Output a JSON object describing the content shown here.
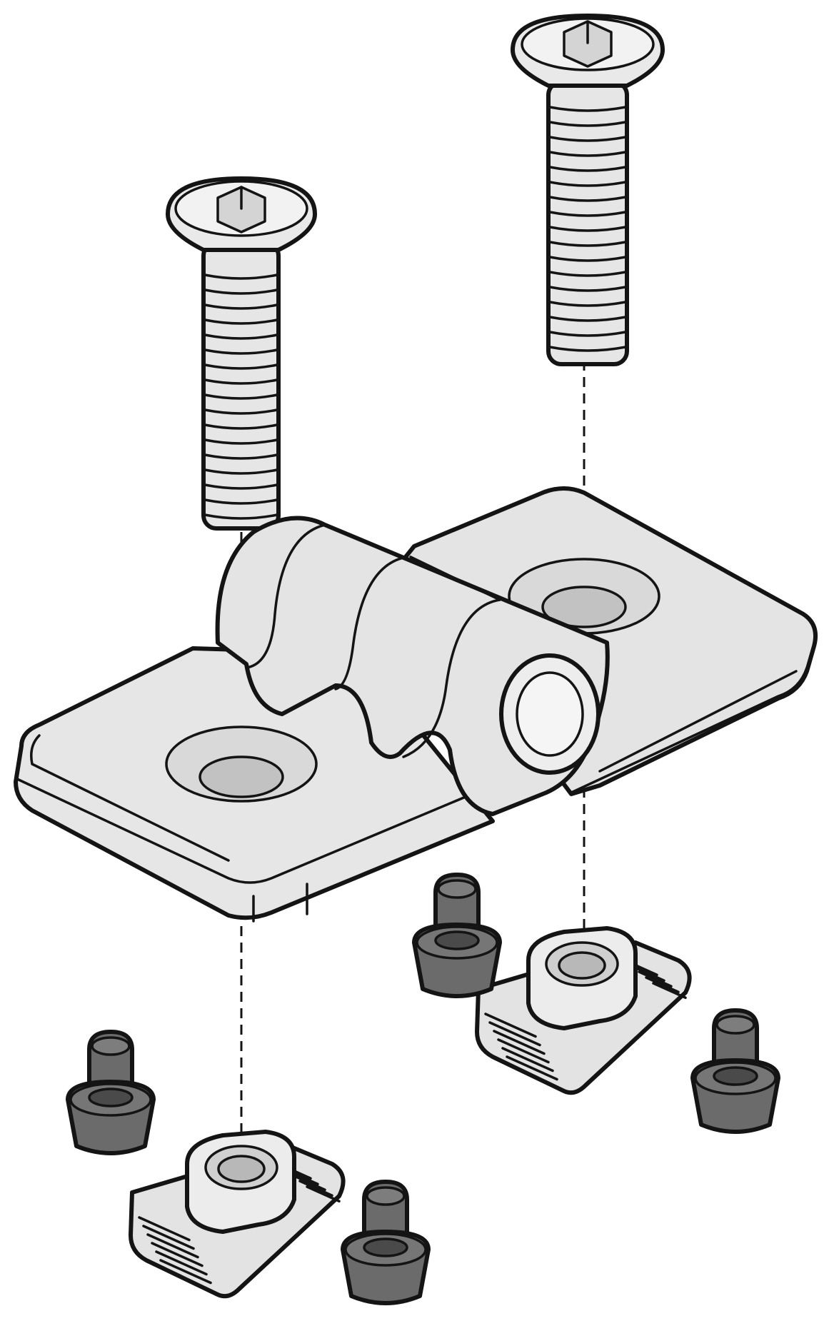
{
  "diagram": {
    "kind": "exploded-assembly",
    "parts": [
      {
        "name": "countersunk-screw-left"
      },
      {
        "name": "countersunk-screw-right"
      },
      {
        "name": "hinge-bracket"
      },
      {
        "name": "t-slot-nut-left"
      },
      {
        "name": "t-slot-nut-right"
      },
      {
        "name": "rubber-plug",
        "count": 4
      }
    ],
    "colors": {
      "metal": "#e3e3e3",
      "metal_shade": "#cfcfcf",
      "rubber": "#6b6b6b",
      "rubber_dark": "#4a4a4a",
      "outline": "#141414"
    }
  }
}
